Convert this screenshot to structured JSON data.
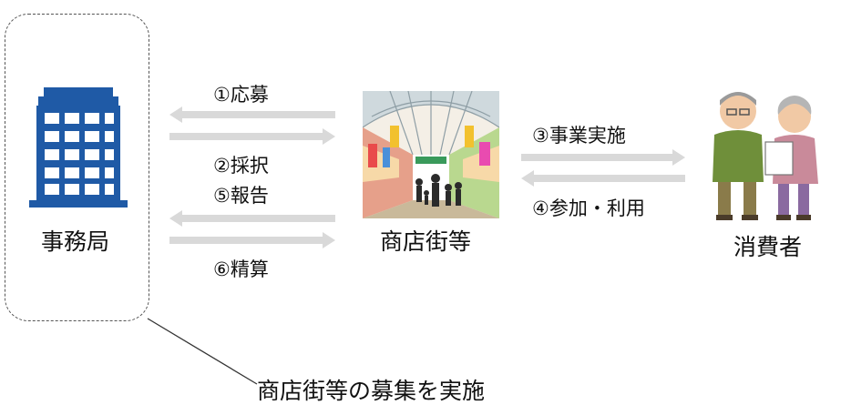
{
  "nodes": {
    "office": {
      "label": "事務局"
    },
    "shopping_street": {
      "label": "商店街等"
    },
    "consumers": {
      "label": "消費者"
    }
  },
  "flows": {
    "apply": "①応募",
    "select": "②採択",
    "implement": "③事業実施",
    "participate": "④参加・利用",
    "report": "⑤報告",
    "settle": "⑥精算"
  },
  "callout": {
    "text": "商店街等の募集を実施"
  },
  "colors": {
    "building": "#1f5aa6",
    "arrow": "#d9d9d9",
    "border_dash": "#555555"
  }
}
